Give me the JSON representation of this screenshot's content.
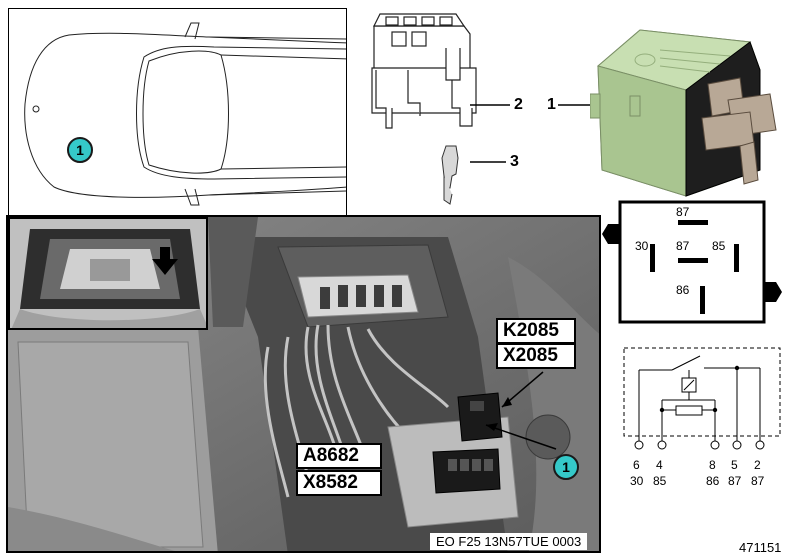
{
  "callouts": {
    "marker_1": "1",
    "part_1": "1",
    "part_2": "2",
    "part_3": "3"
  },
  "photo_labels": {
    "k2085": "K2085",
    "x2085": "X2085",
    "a8682": "A8682",
    "x8582": "X8582"
  },
  "pinout": {
    "top": "87",
    "center": "87",
    "left": "30",
    "right": "85",
    "bottom": "86"
  },
  "schematic_pins": [
    {
      "num": "6",
      "term": "30"
    },
    {
      "num": "4",
      "term": "85"
    },
    {
      "num": "8",
      "term": "86"
    },
    {
      "num": "5",
      "term": "87"
    },
    {
      "num": "2",
      "term": "87"
    }
  ],
  "footer": {
    "code": "EO F25 13N57TUE 0003",
    "ref": "471151"
  },
  "colors": {
    "marker_fill": "#35c9c9",
    "relay_green": "#b9d4a0"
  }
}
